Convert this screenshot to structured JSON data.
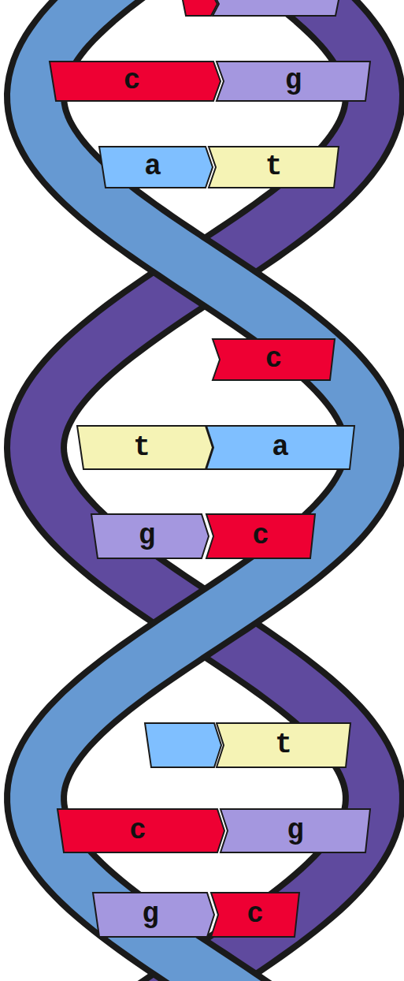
{
  "diagram": {
    "nodes": [
      {
        "text": [
          "c"
        ]
      },
      {
        "text": [
          "g"
        ]
      },
      {
        "text": [
          "a"
        ]
      },
      {
        "text": [
          "t"
        ]
      },
      {
        "text": [
          "c"
        ]
      },
      {
        "text": [
          "t"
        ]
      },
      {
        "text": [
          "a"
        ]
      },
      {
        "text": [
          "g"
        ]
      },
      {
        "text": [
          "c"
        ]
      },
      {
        "text": [
          "t"
        ]
      },
      {
        "text": [
          "c"
        ]
      },
      {
        "text": [
          "g"
        ]
      },
      {
        "text": [
          "g"
        ]
      },
      {
        "text": [
          "c"
        ]
      }
    ]
  }
}
